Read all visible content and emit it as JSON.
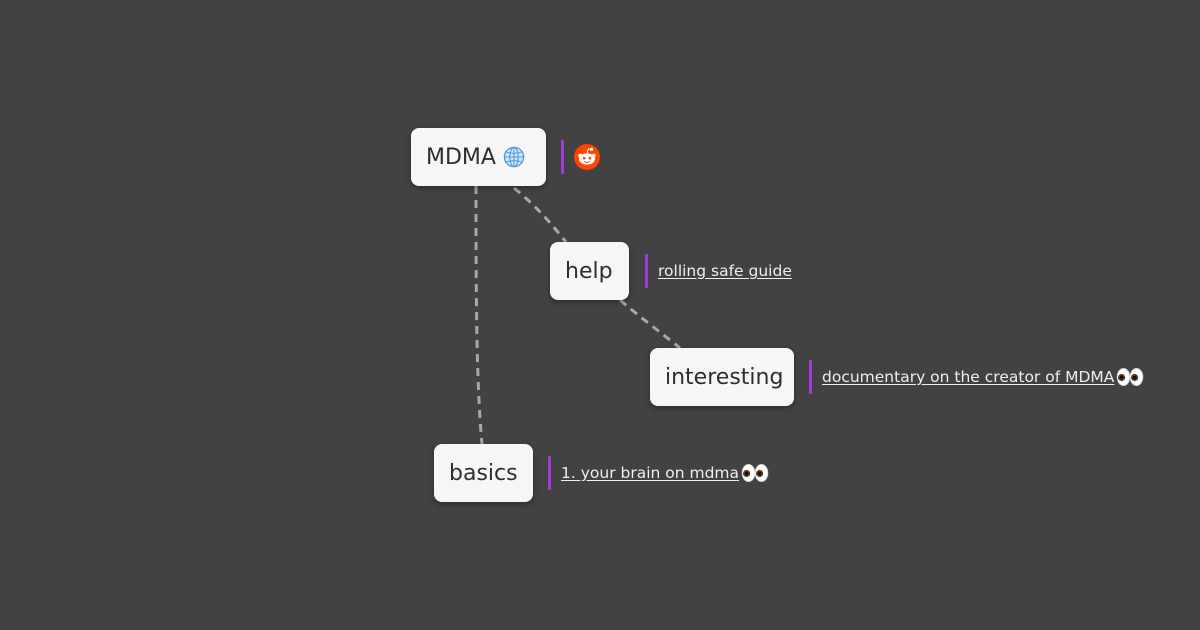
{
  "mindmap": {
    "root": {
      "label": "MDMA",
      "icon": "globe-icon",
      "link_icon": "reddit-icon"
    },
    "help": {
      "label": "help",
      "link": "rolling safe guide"
    },
    "interesting": {
      "label": "interesting",
      "link": "documentary on the creator of MDMA",
      "link_icon": "eyes-icon"
    },
    "basics": {
      "label": "basics",
      "link": "1. your brain on mdma",
      "link_icon": "eyes-icon"
    }
  },
  "colors": {
    "background": "#424242",
    "node": "#f6f6f6",
    "note_bar": "#9b3fd3",
    "connector": "#a8a8a8",
    "reddit": "#ff4500"
  }
}
